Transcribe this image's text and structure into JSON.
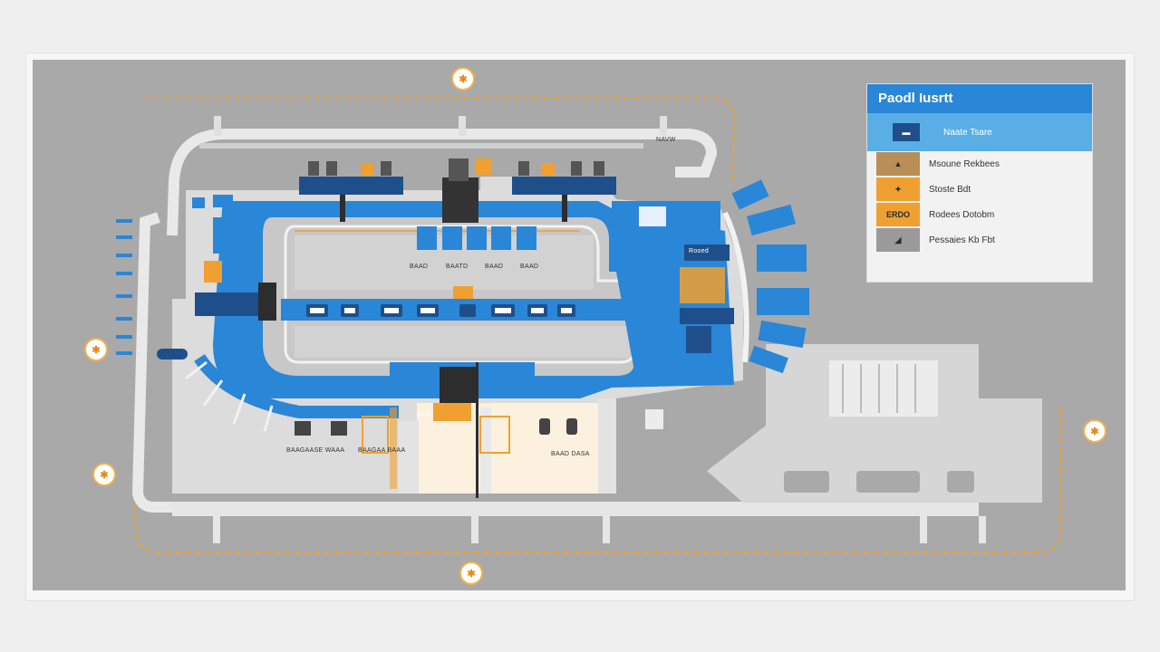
{
  "legend": {
    "title": "Paodl Iusrtt",
    "items": [
      {
        "label": "Naate Tsare",
        "icon": "bus-icon",
        "color": "#1f4f8a",
        "active": true
      },
      {
        "label": "Msoune Rekbees",
        "icon": "person-icon",
        "color": "#b98e57"
      },
      {
        "label": "Stoste Bdt",
        "icon": "walker-icon",
        "color": "#f0a030"
      },
      {
        "label": "Rodees Dotobm",
        "icon": "grid-icon",
        "color": "#f0a030",
        "badge": "ERDO"
      },
      {
        "label": "Pessaies Kb Fbt",
        "icon": "stairs-icon",
        "color": "#9a9a9a"
      }
    ]
  },
  "labels": {
    "north_sign": "NAVW",
    "gate_a": "BAAD",
    "gate_b": "BAATD",
    "gate_c": "BAAD",
    "gate_d": "BAAD",
    "left_block": "BAAGAASE WAAA",
    "bottom_block": "BAAGAA BAAA",
    "center_block": "BAAD DASA",
    "right_terminal": "Rooed",
    "bottom_mark": "BAA"
  },
  "colors": {
    "accent_blue": "#2a86d6",
    "dark_blue": "#1f4f8a",
    "route_orange": "#f0a030",
    "ground_gray": "#a9a9a9"
  }
}
